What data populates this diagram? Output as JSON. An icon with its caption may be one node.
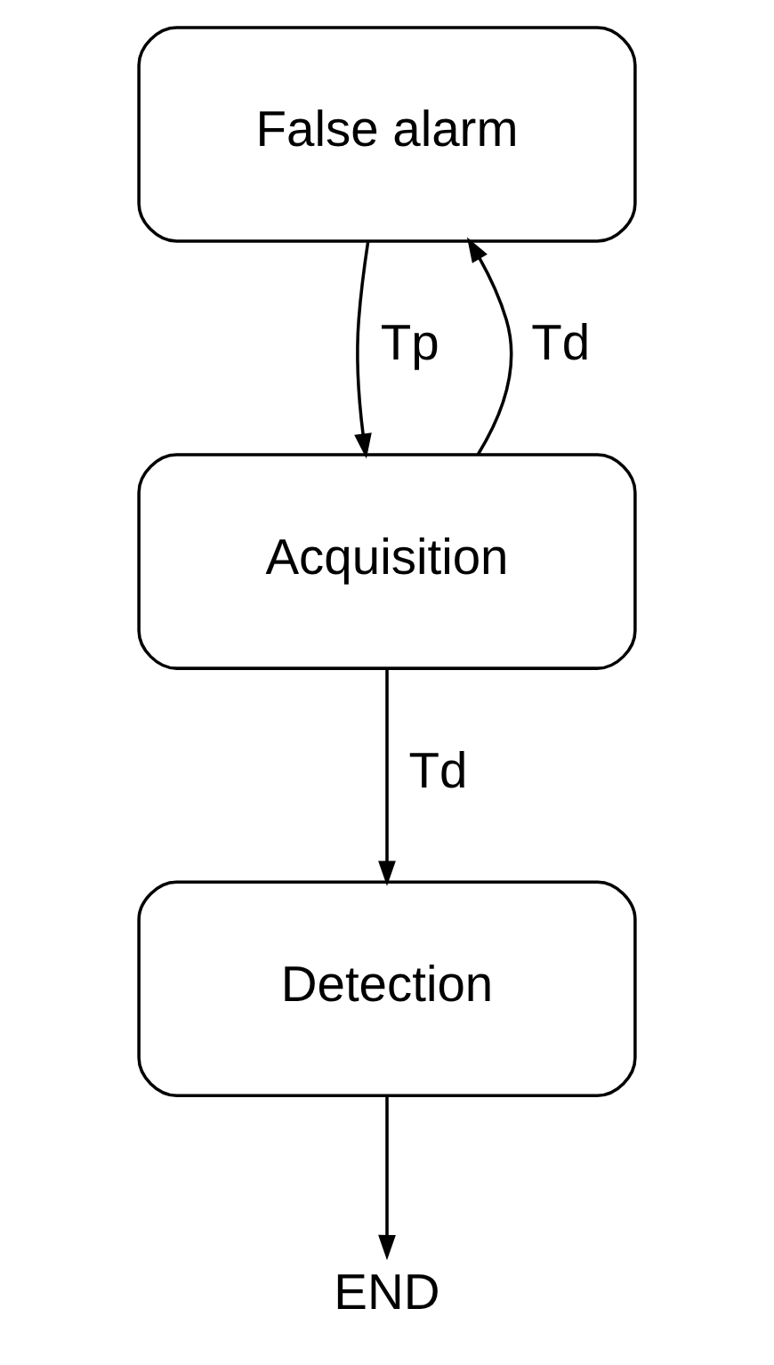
{
  "diagram": {
    "nodes": [
      {
        "text": [
          "False alarm"
        ]
      },
      {
        "text": [
          "Acquisition"
        ]
      },
      {
        "text": [
          "Detection"
        ]
      },
      {
        "text": [
          "END"
        ]
      }
    ],
    "edges": [
      {
        "from": 1,
        "to": 0,
        "arrow": "to",
        "label": "Td"
      },
      {
        "from": 0,
        "to": 1,
        "arrow": "to",
        "label": "Tp"
      },
      {
        "from": 1,
        "to": 2,
        "arrow": "to",
        "label": "Td"
      },
      {
        "from": 2,
        "to": 3,
        "arrow": "to"
      }
    ]
  }
}
